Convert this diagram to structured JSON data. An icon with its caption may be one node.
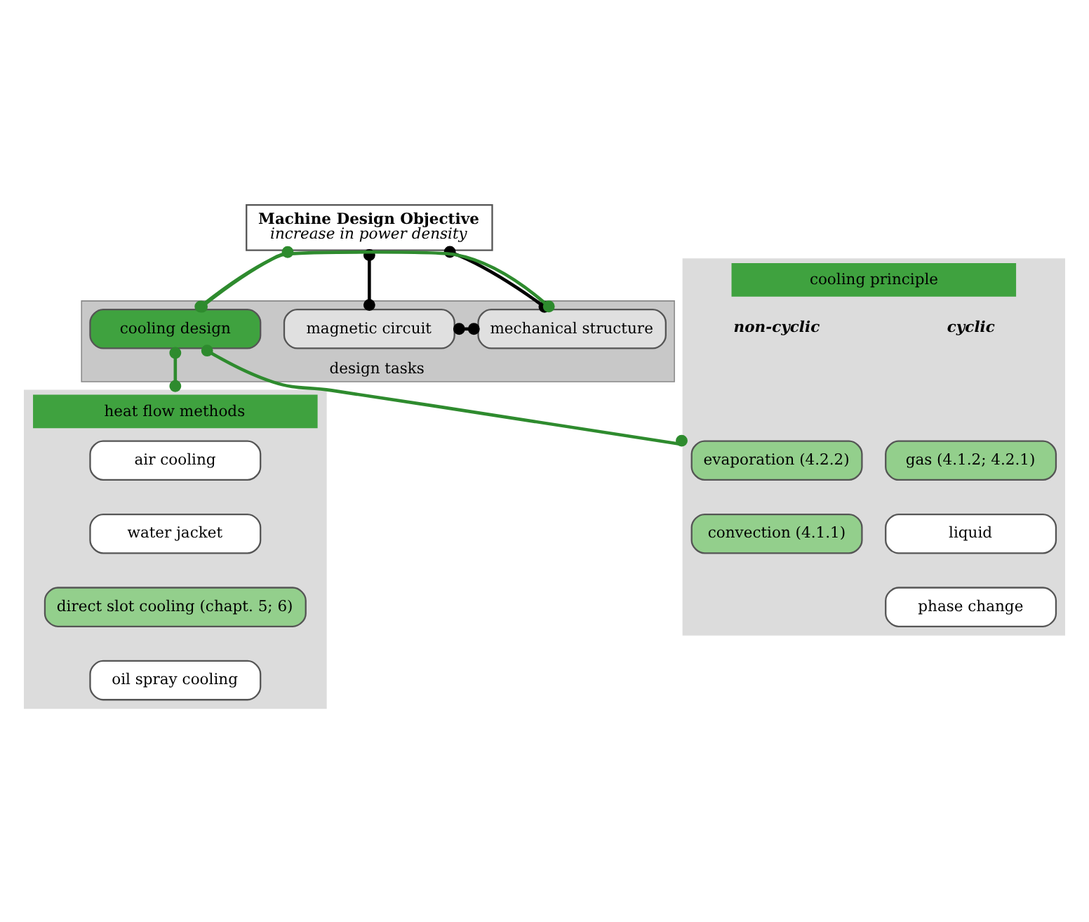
{
  "diagram": {
    "nodes": [
      {
        "text": [
          "Machine Design Objective",
          "increase in power density"
        ]
      },
      {
        "text": [
          "design tasks"
        ]
      },
      {
        "text": [
          "magnetic circuit"
        ],
        "in": 1
      },
      {
        "text": [
          "mechanical structure"
        ],
        "in": 1
      },
      {
        "text": [
          "cooling design"
        ],
        "in": 1
      },
      {
        "text": [
          "heat flow methods"
        ]
      },
      {
        "text": [
          "air cooling"
        ],
        "in": 5
      },
      {
        "text": [
          "water jacket"
        ],
        "in": 5
      },
      {
        "text": [
          "direct slot cooling (chapt. 5; 6)"
        ],
        "in": 5
      },
      {
        "text": [
          "oil spray cooling"
        ],
        "in": 5
      },
      {
        "text": [
          "cooling principle"
        ]
      },
      {
        "text": [
          "evaporation (4.2.2)"
        ],
        "in": 10
      },
      {
        "text": [
          "convection (4.1.1)"
        ],
        "in": 10
      },
      {
        "text": [
          "gas (4.1.2; 4.2.1)"
        ],
        "in": 10
      },
      {
        "text": [
          "liquid"
        ],
        "in": 10
      },
      {
        "text": [
          "phase change"
        ],
        "in": 10
      }
    ],
    "edges": [
      {
        "from": 0,
        "to": 2,
        "arrow": "other",
        "color": "#000000"
      },
      {
        "from": 0,
        "to": 3,
        "arrow": "other",
        "color": "#000000"
      },
      {
        "from": 0,
        "to": 4,
        "arrow": "other",
        "color": "#2e8b2e"
      },
      {
        "from": 2,
        "to": 3,
        "arrow": "other",
        "color": "#000000"
      },
      {
        "from": 3,
        "to": 4,
        "arrow": "other",
        "color": "#2e8b2e"
      },
      {
        "from": 4,
        "to": 5,
        "arrow": "other",
        "color": "#2e8b2e"
      },
      {
        "from": 4,
        "to": 10,
        "arrow": "other",
        "color": "#2e8b2e"
      }
    ],
    "labels": [
      "non-cyclic",
      "cyclic"
    ]
  }
}
